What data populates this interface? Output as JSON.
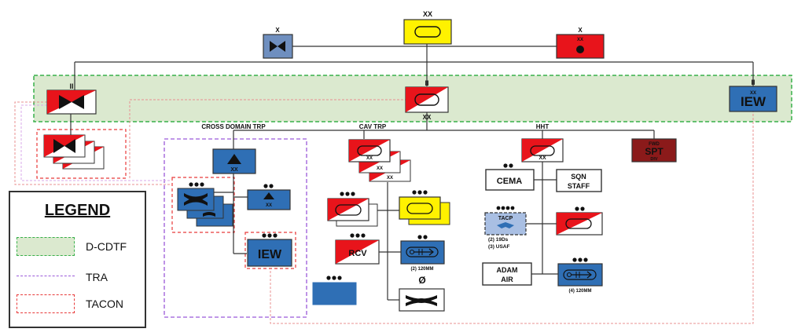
{
  "echelons": {
    "division": "XX",
    "brigade": "X",
    "battalion": "II"
  },
  "labels": {
    "cross_domain_trp": "CROSS DOMAIN TRP",
    "cav_trp": "CAV TRP",
    "hht": "HHT",
    "iew": "IEW",
    "fwd": "FWD",
    "spt": "SPT",
    "div": "DIV",
    "rcv": "RCV",
    "cema": "CEMA",
    "sqn_staff_1": "SQN",
    "sqn_staff_2": "STAFF",
    "tacp": "TACP",
    "tacp_note_1": "(2)    19Ds",
    "tacp_note_2": "(3)    USAF",
    "adam_1": "ADAM",
    "adam_2": "AIR",
    "mortar_2": "(2) 120MM",
    "mortar_4": "(4) 120MM",
    "null_symbol": "Ø"
  },
  "legend": {
    "title": "LEGEND",
    "items": [
      {
        "label": "D-CDTF",
        "style": "green-dashed"
      },
      {
        "label": "TRA",
        "style": "purple-dashed"
      },
      {
        "label": "TACON",
        "style": "red-dashed"
      }
    ]
  },
  "colors": {
    "friendly_blue": "#2f6fb5",
    "enemy_red": "#e8141b",
    "yellow": "#fff200",
    "dark_red": "#8b1a1a",
    "light_blue": "#a9bfe3",
    "dcdtf_fill": "#dbe9cf",
    "dcdtf_border": "#38b04a",
    "tra_border": "#9b59d9",
    "tacon_border": "#e83a3a"
  }
}
